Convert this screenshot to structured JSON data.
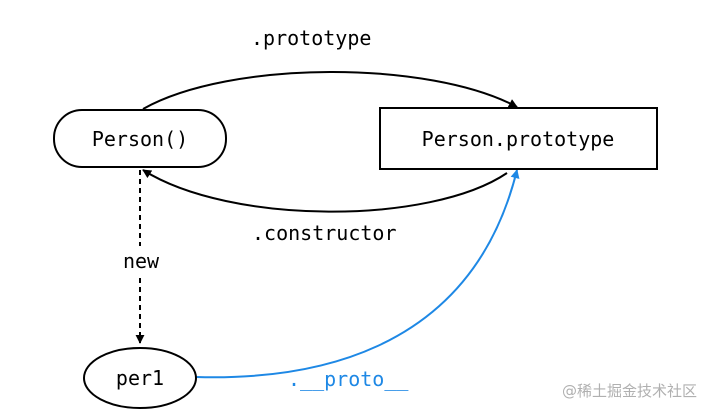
{
  "nodes": {
    "person_constructor": {
      "label": "Person()"
    },
    "person_prototype": {
      "label": "Person.prototype"
    },
    "instance": {
      "label": "per1"
    }
  },
  "edges": {
    "prototype": {
      "label": ".prototype"
    },
    "constructor": {
      "label": ".constructor"
    },
    "new": {
      "label": "new"
    },
    "proto": {
      "label": ".__proto__"
    }
  },
  "colors": {
    "line": "#000000",
    "accent": "#1e88e5",
    "watermark": "#b0b0b0"
  },
  "watermark": {
    "text": "@稀土掘金技术社区"
  }
}
